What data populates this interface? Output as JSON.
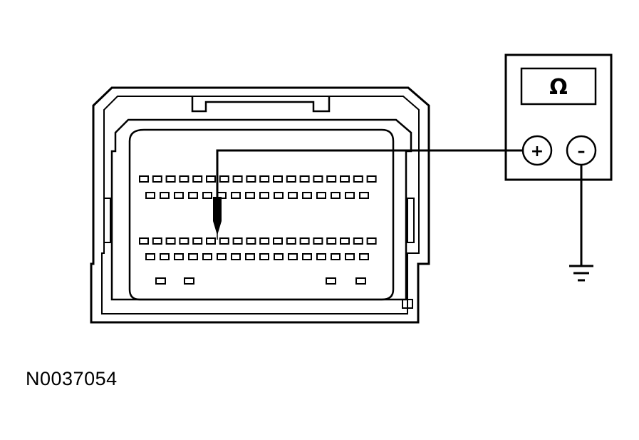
{
  "meter": {
    "display_symbol": "Ω",
    "positive_terminal": "+",
    "negative_terminal": "–"
  },
  "connector": {
    "rows": [
      {
        "name": "row-1",
        "pins": 18
      },
      {
        "name": "row-2",
        "pins": 16
      },
      {
        "name": "row-3",
        "pins": 18
      },
      {
        "name": "row-4",
        "pins": 16
      }
    ],
    "probed_row": 3,
    "probed_pin": 6,
    "bottom_pins": 4
  },
  "part_code": "N0037054",
  "colors": {
    "line": "#000000",
    "background": "#ffffff"
  }
}
